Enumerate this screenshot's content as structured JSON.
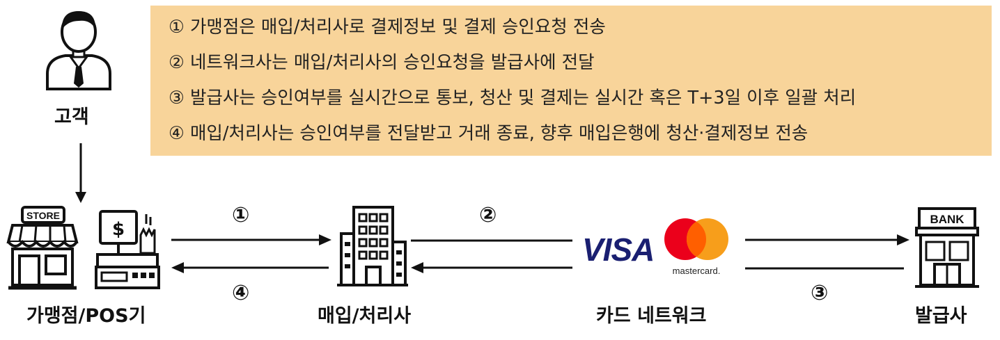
{
  "notes": [
    "① 가맹점은 매입/처리사로 결제정보 및 결제 승인요청 전송",
    "② 네트워크사는 매입/처리사의 승인요청을 발급사에 전달",
    "③ 발급사는 승인여부를 실시간으로 통보, 청산 및 결제는 실시간 혹은 T+3일 이후 일괄 처리",
    "④ 매입/처리사는 승인여부를 전달받고 거래 종료, 향후 매입은행에 청산·결제정보 전송"
  ],
  "labels": {
    "customer": "고객",
    "merchant": "가맹점/POS기",
    "acquirer": "매입/처리사",
    "network": "카드 네트워크",
    "issuer": "발급사"
  },
  "steps": [
    "①",
    "②",
    "③",
    "④"
  ],
  "icons": {
    "store_sign": "STORE",
    "bank_sign": "BANK",
    "pos_symbol": "$",
    "visa": "VISA",
    "mastercard": "mastercard."
  },
  "colors": {
    "notes_bg": "#f8d49a",
    "visa_blue": "#1a1f71",
    "mc_red": "#eb001b",
    "mc_orange": "#f79e1b",
    "mc_overlap": "#ff5f00"
  }
}
